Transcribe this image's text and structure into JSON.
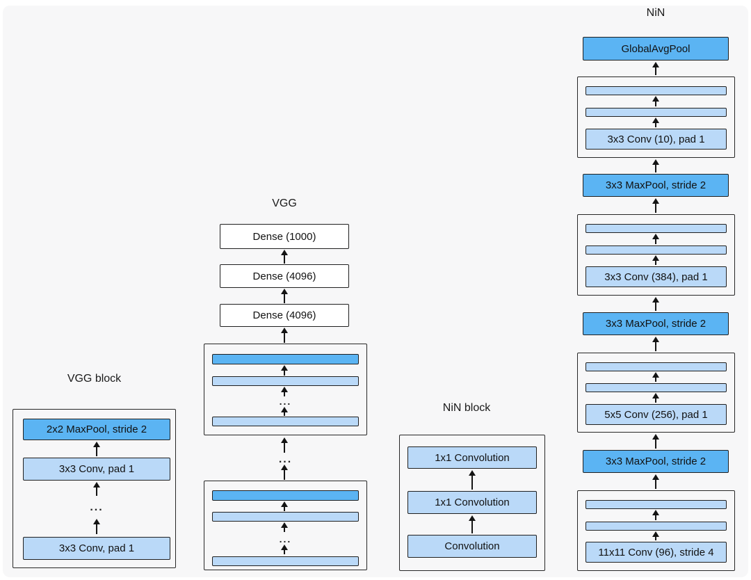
{
  "ellipsis": "...",
  "colors": {
    "dark_blue": "#5bb4f3",
    "light_blue": "#bad9f8",
    "box_border": "#1f1f1f",
    "background": "#f7f7f8",
    "text": "#111111"
  },
  "vgg_block": {
    "title": "VGG block",
    "maxpool": "2x2 MaxPool, stride 2",
    "conv": "3x3 Conv, pad 1"
  },
  "vgg": {
    "title": "VGG",
    "dense": [
      "Dense (1000)",
      "Dense (4096)",
      "Dense (4096)"
    ]
  },
  "nin_block": {
    "title": "NiN block",
    "conv1x1": "1x1 Convolution",
    "conv": "Convolution"
  },
  "nin": {
    "title": "NiN",
    "global_avg_pool": "GlobalAvgPool",
    "maxpool": "3x3 MaxPool, stride 2",
    "convs": [
      "3x3 Conv (10), pad 1",
      "3x3 Conv (384), pad 1",
      "5x5 Conv (256), pad 1",
      "11x11 Conv (96), stride 4"
    ]
  }
}
